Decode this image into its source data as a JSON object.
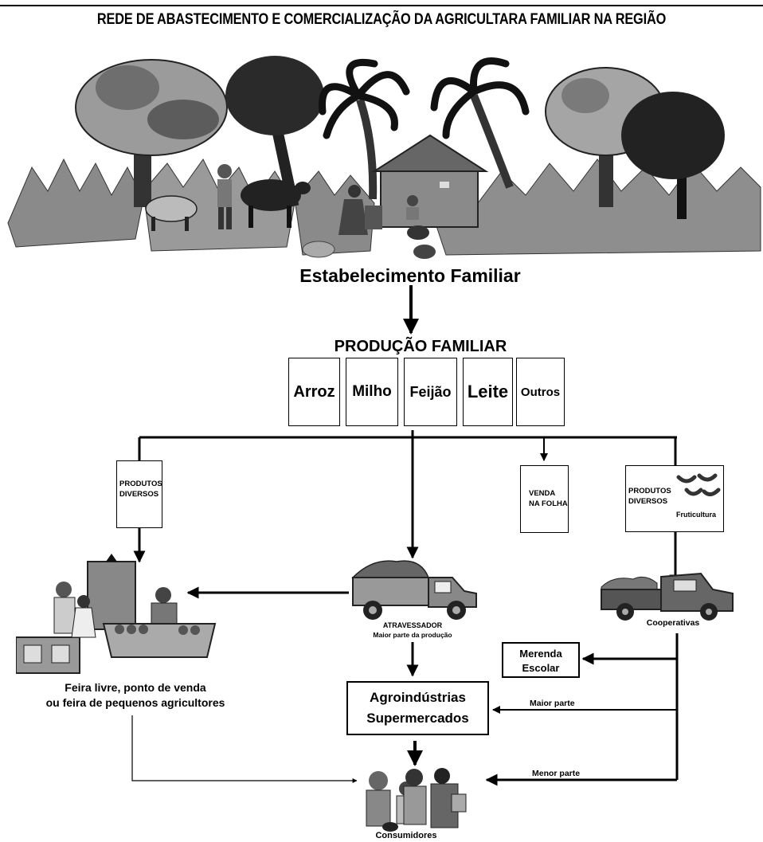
{
  "title": "REDE DE ABASTECIMENTO E COMERCIALIZAÇÃO DA AGRICULTARA FAMILIAR NA REGIÃO",
  "establishment": "Estabelecimento Familiar",
  "production": {
    "heading": "PRODUÇÃO FAMILIAR",
    "items": [
      "Arroz",
      "Milho",
      "Feijão",
      "Leite",
      "Outros"
    ]
  },
  "channels": {
    "produtos_diversos_left": [
      "PRODUTOS",
      "DIVERSOS"
    ],
    "venda_na_folha": [
      "VENDA",
      "NA FOLHA"
    ],
    "produtos_diversos_right": [
      "PRODUTOS",
      "DIVERSOS"
    ],
    "fruticultura": "Fruticultura"
  },
  "feira": [
    "Feira livre, ponto de venda",
    "ou feira de pequenos agricultores"
  ],
  "atravessador": {
    "name": "ATRAVESSADOR",
    "note": "Maior parte da produção"
  },
  "cooperativas": "Cooperativas",
  "merenda": [
    "Merenda",
    "Escolar"
  ],
  "agro": [
    "Agroindústrias",
    "Supermercados"
  ],
  "maior_parte": "Maior parte",
  "menor_parte": "Menor parte",
  "consumidores": "Consumidores",
  "icons": [
    "tree-icon",
    "palm-tree-icon",
    "house-icon",
    "cow-icon",
    "farmer-icon",
    "chicken-icon",
    "pig-icon",
    "market-stall-icon",
    "truck-icon",
    "pickup-truck-icon",
    "family-icon",
    "banana-icon"
  ]
}
